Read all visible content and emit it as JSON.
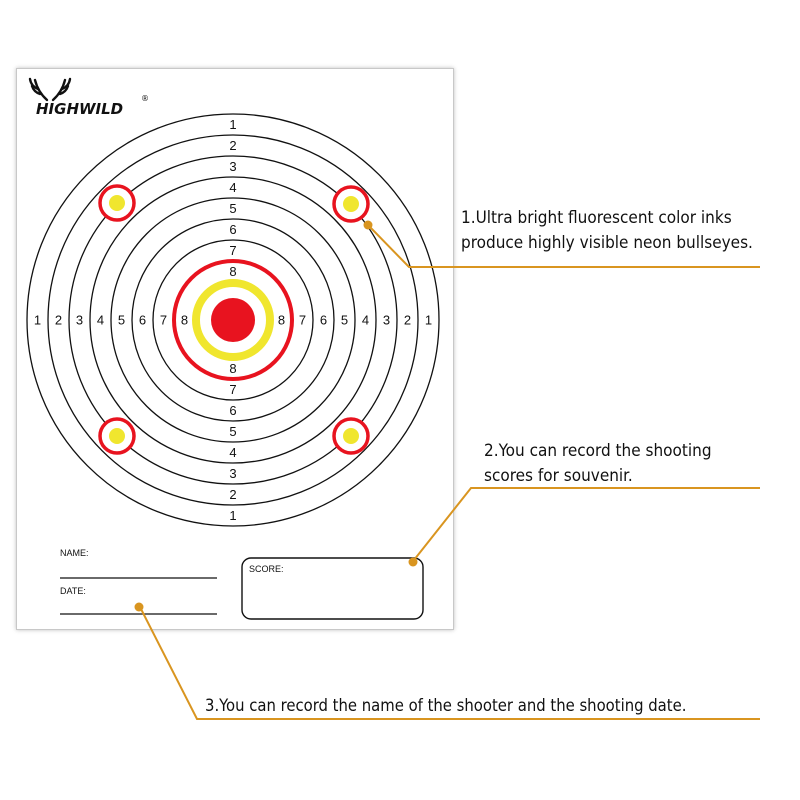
{
  "brand": {
    "logo_text": "HIGHWILD",
    "registered_mark": "®",
    "logo_icon": "antler-logo-icon"
  },
  "target": {
    "ring_labels_vertical": [
      "1",
      "2",
      "3",
      "4",
      "5",
      "6",
      "7",
      "8"
    ],
    "ring_labels_horizontal": [
      "1",
      "2",
      "3",
      "4",
      "5",
      "6",
      "7",
      "8"
    ],
    "colors": {
      "bull": "#e8131f",
      "bull_ring": "#f0e62e",
      "scoring_ring": "#e8131f",
      "ink": "#111111"
    },
    "corner_marks": 4
  },
  "form": {
    "name_label": "NAME:",
    "date_label": "DATE:",
    "score_label": "SCORE:"
  },
  "callouts": [
    {
      "lines": [
        "1.Ultra bright fluorescent color inks",
        "produce highly visible neon bullseyes."
      ]
    },
    {
      "lines": [
        "2.You can record the shooting",
        "scores for souvenir."
      ]
    },
    {
      "lines": [
        "3.You can record the name of the shooter and the shooting date."
      ]
    }
  ],
  "colors": {
    "leader_line": "#d99520",
    "text": "#111111",
    "sheet_border": "#c8c8c8"
  }
}
